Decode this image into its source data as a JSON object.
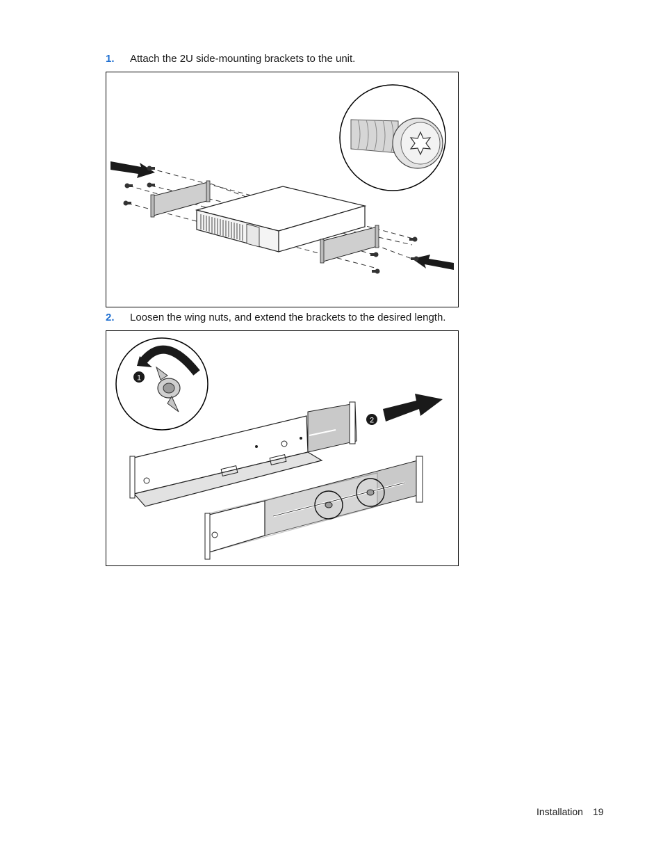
{
  "steps": [
    {
      "number": "1.",
      "text": "Attach the 2U side-mounting brackets to the unit."
    },
    {
      "number": "2.",
      "text": "Loosen the wing nuts, and extend the brackets to the desired length."
    }
  ],
  "figure2": {
    "callout1": "1",
    "callout2": "2"
  },
  "footer": {
    "section": "Installation",
    "page": "19"
  },
  "colors": {
    "step_number": "#1f6fd1",
    "text": "#1a1a1a",
    "border": "#000000"
  }
}
